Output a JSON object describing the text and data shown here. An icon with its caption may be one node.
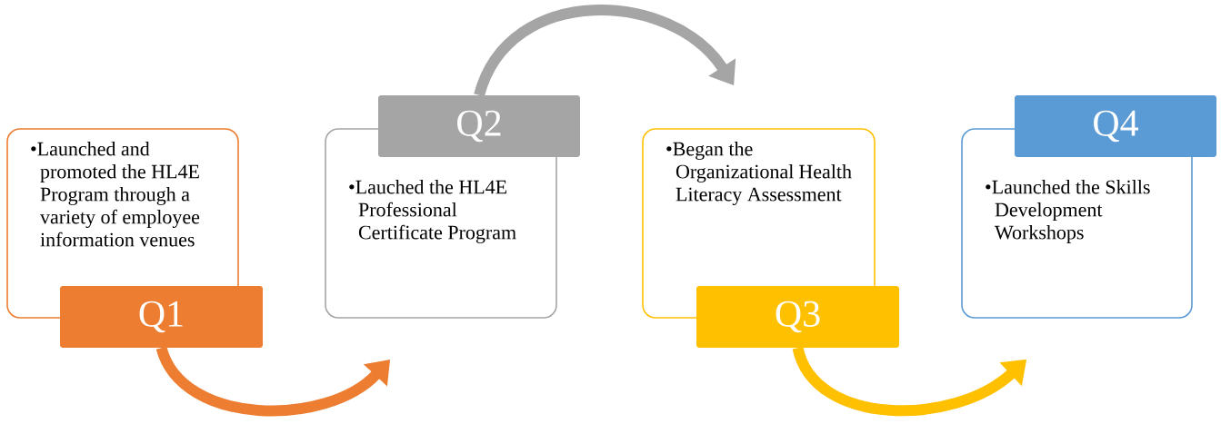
{
  "diagram": {
    "nodes": [
      {
        "text": [
          "•Launched and promoted the HL4E Program through a variety of employee information venues"
        ]
      },
      {
        "text": [
          "Q1"
        ]
      },
      {
        "text": [
          "•Lauched the HL4E Professional Certificate Program"
        ]
      },
      {
        "text": [
          "Q2"
        ]
      },
      {
        "text": [
          "•Began the Organizational Health Literacy Assessment"
        ]
      },
      {
        "text": [
          "Q3"
        ]
      },
      {
        "text": [
          "•Launched the Skills Development Workshops"
        ]
      },
      {
        "text": [
          "Q4"
        ]
      }
    ],
    "edges": [
      {
        "from": 1,
        "to": 2,
        "arrow": "to",
        "color": "#ed7d31"
      },
      {
        "from": 3,
        "to": 4,
        "arrow": "to",
        "color": "#a5a5a5"
      },
      {
        "from": 5,
        "to": 6,
        "arrow": "to",
        "color": "#ffc000"
      }
    ]
  }
}
